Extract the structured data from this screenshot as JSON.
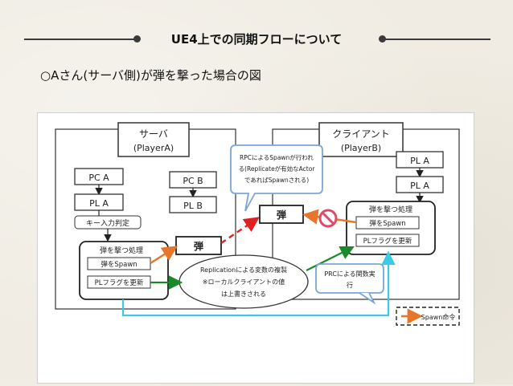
{
  "slide": {
    "title": "UE4上での同期フローについて",
    "subtitle": "○Aさん(サーバ側)が弾を撃った場合の図"
  },
  "diagram": {
    "server_title_1": "サーバ",
    "server_title_2": "(PlayerA)",
    "client_title_1": "クライアント",
    "client_title_2": "(PlayerB)",
    "server_pca": "PC A",
    "server_pla": "PL A",
    "server_pcb": "PC B",
    "server_plb": "PL B",
    "key_input": "キー入力判定",
    "fire_process": "弾を撃つ処理",
    "spawn_bullet": "弾をSpawn",
    "pl_flag_update": "PLフラグを更新",
    "bullet_server": "弾",
    "bullet_client": "弾",
    "client_pla_1": "PL A",
    "client_pla_2": "PL A",
    "client_fire_process": "弾を撃つ処理",
    "client_spawn_bullet": "弾をSpawn",
    "client_pl_flag_update": "PLフラグを更新",
    "rpc_note_1": "RPCによるSpawnが行われ",
    "rpc_note_2": "る(Replicateが有効なActor",
    "rpc_note_3": "であればSpawnされる)",
    "replication_1": "Replicationによる変数の複製",
    "replication_2": "※ローカルクライアントの値",
    "replication_3": "は上書きされる",
    "prc_note_1": "PRCによる関数実",
    "prc_note_2": "行",
    "legend_spawn": "Spawn命令",
    "colors": {
      "orange": "#e8762a",
      "green": "#1a8a2a",
      "cyan": "#3cc8e8",
      "red_dash": "#e02020",
      "callout_border": "#7aa6d6",
      "no_sign": "#e04a6a"
    }
  }
}
